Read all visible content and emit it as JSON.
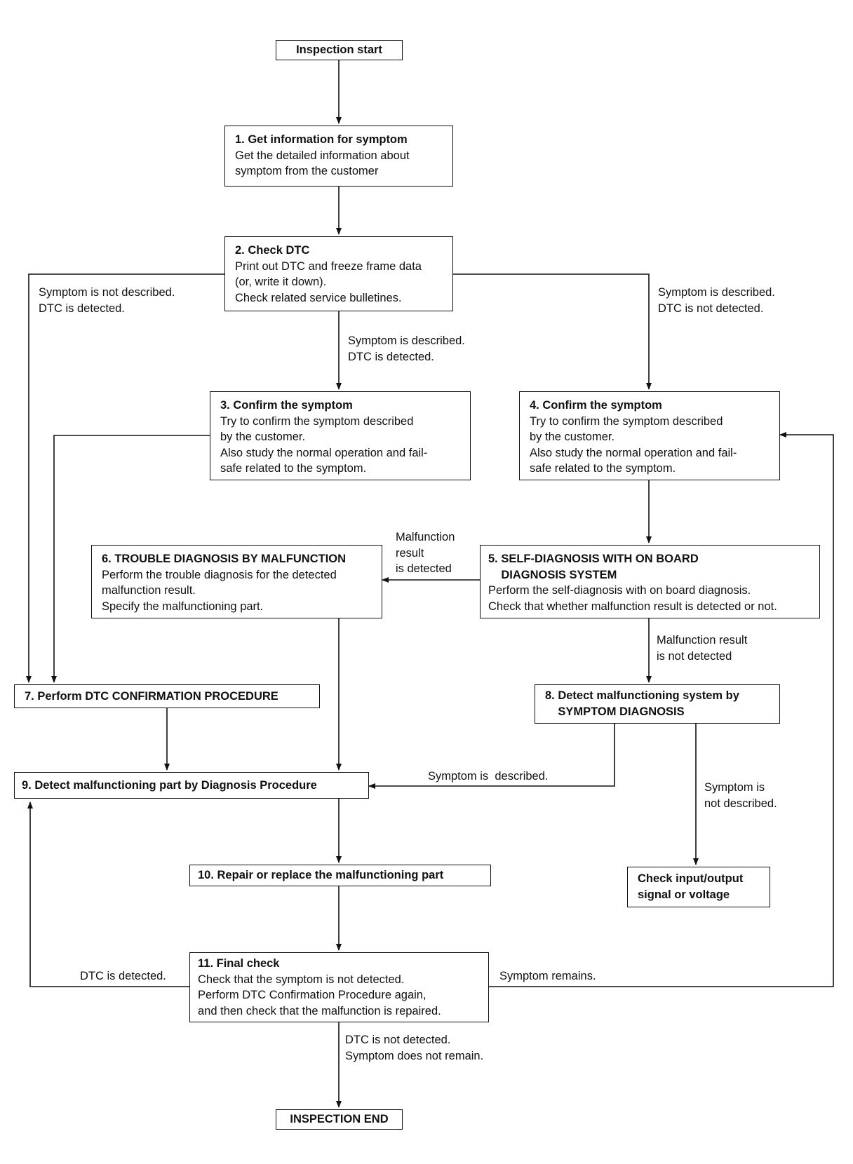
{
  "nodes": {
    "start": "Inspection start",
    "n1": {
      "heading": "1. Get information for symptom",
      "text": "Get the detailed information about\nsymptom from the customer"
    },
    "n2": {
      "heading": "2. Check DTC",
      "text": "Print out DTC and freeze frame data\n(or, write it down).\nCheck related service bulletines."
    },
    "n3": {
      "heading": "3. Confirm the symptom",
      "text": "Try to confirm the symptom described\nby the customer.\nAlso study the normal operation and fail-\nsafe related to the symptom."
    },
    "n4": {
      "heading": "4. Confirm the symptom",
      "text": "Try to confirm the symptom described\nby the customer.\nAlso study the normal operation and fail-\nsafe related to the symptom."
    },
    "n5": {
      "heading": "5. SELF-DIAGNOSIS WITH ON BOARD\n    DIAGNOSIS SYSTEM",
      "text": "Perform the self-diagnosis with on board diagnosis.\nCheck that whether malfunction result is detected or not."
    },
    "n6": {
      "heading": "6. TROUBLE DIAGNOSIS BY MALFUNCTION",
      "text": "Perform the trouble diagnosis for the detected\nmalfunction result.\nSpecify the malfunctioning part."
    },
    "n7": "7. Perform DTC CONFIRMATION PROCEDURE",
    "n8": "8. Detect malfunctioning system by\n    SYMPTOM DIAGNOSIS",
    "n9": "9. Detect malfunctioning part by Diagnosis Procedure",
    "n10": "10. Repair or replace the malfunctioning part",
    "n11": {
      "heading": "11. Final check",
      "text": "Check that the symptom is not detected.\nPerform DTC Confirmation Procedure again,\nand then check that the malfunction is repaired."
    },
    "check_io": "Check input/output\nsignal or voltage",
    "end": "INSPECTION END"
  },
  "labels": {
    "sym_not_desc_dtc_det": "Symptom is not described.\nDTC is detected.",
    "sym_desc_dtc_not_det": "Symptom is described.\nDTC is not detected.",
    "sym_desc_dtc_det": "Symptom is described.\nDTC is detected.",
    "malfunction_detected": "Malfunction\nresult\nis detected",
    "malfunction_not_detected": "Malfunction result\nis not detected",
    "symptom_described": "Symptom is  described.",
    "symptom_not_described": "Symptom is\nnot described.",
    "dtc_detected": "DTC is detected.",
    "symptom_remains": "Symptom remains.",
    "dtc_not_detected_sym_not_remain": "DTC is not detected.\nSymptom does not remain."
  }
}
